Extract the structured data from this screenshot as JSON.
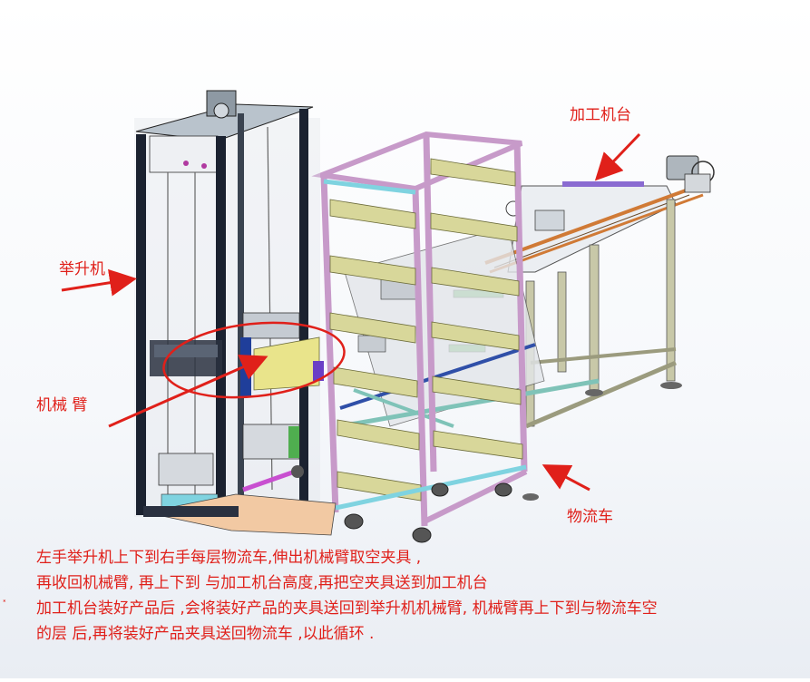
{
  "labels": {
    "lifter": "举升机",
    "arm": "机械 臂",
    "machine": "加工机台",
    "cart": "物流车"
  },
  "description": {
    "line1": "左手举升机上下到右手每层物流车,伸出机械臂取空夹具 ,",
    "line2": "再收回机械臂,  再上下到  与加工机台高度,再把空夹具送到加工机台",
    "line3": "加工机台装好产品后 ,会将装好产品的夹具送回到举升机机械臂, 机械臂再上下到与物流车空",
    "line4": "的层 后,再将装好产品夹具送回物流车 ,以此循环 ."
  },
  "colors": {
    "annotation": "#e0201a",
    "frame": "#1b2230",
    "cart_frame": "#c79ac9",
    "shelf": "#d8d79a",
    "table_frame": "#b8b896",
    "rail": "#d07a36"
  }
}
